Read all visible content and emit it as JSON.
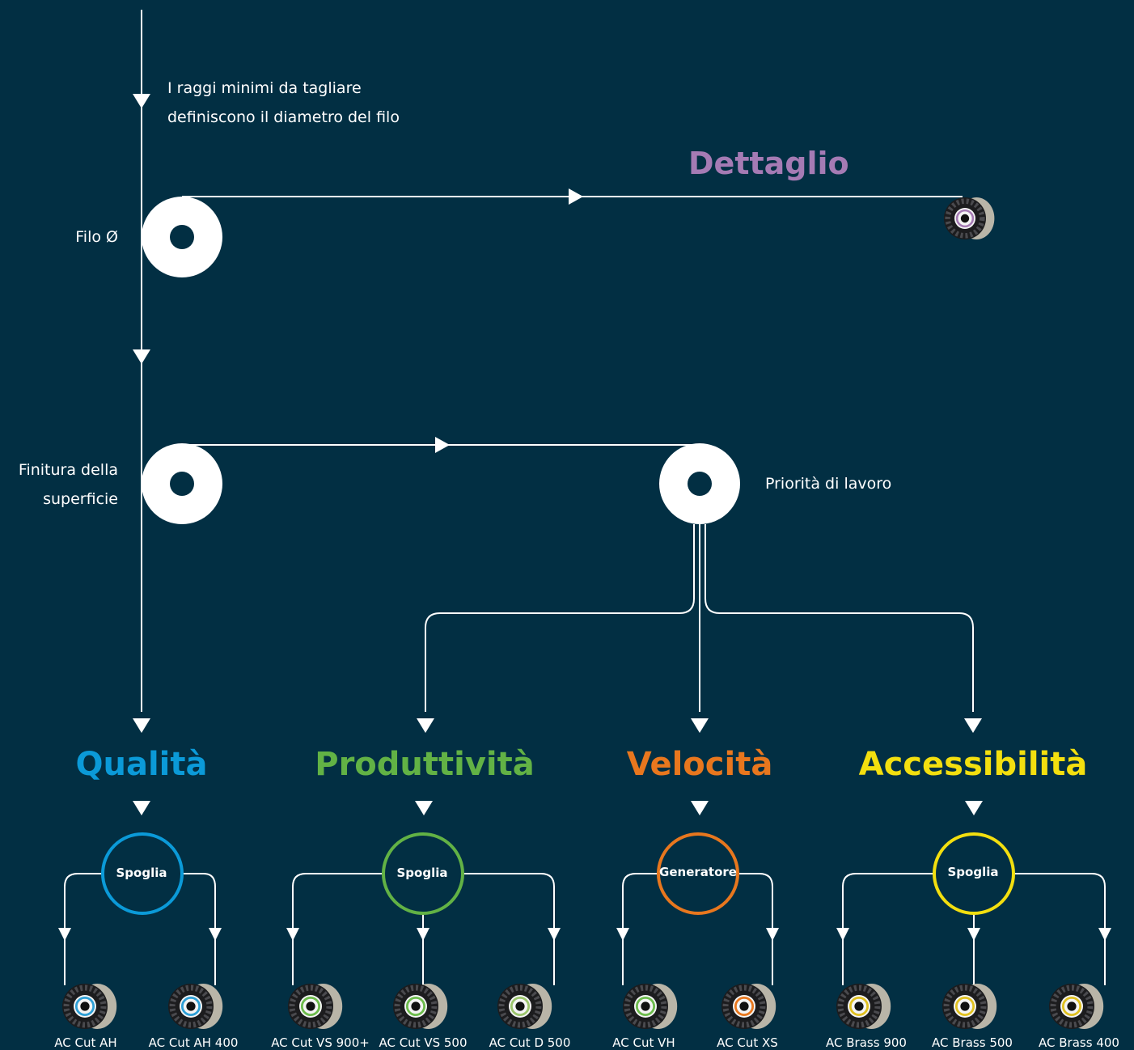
{
  "top_note": [
    "I raggi minimi da tagliare",
    "definiscono il diametro del filo"
  ],
  "detail_title": "Dettaglio",
  "filo_label": "Filo Ø",
  "finish_label": [
    "Finitura della",
    "superficie"
  ],
  "priority_label": "Priorità di lavoro",
  "categories": [
    {
      "label": "Qualità",
      "color": "#0b9ad8",
      "circle_label": "Spoglia",
      "products": [
        "AC Cut AH",
        "AC Cut AH 400"
      ],
      "ring": [
        "#2e9fd6",
        "#2e9fd6"
      ]
    },
    {
      "label": "Produttività",
      "color": "#62b245",
      "circle_label": "Spoglia",
      "products": [
        "AC Cut VS 900+",
        "AC Cut VS 500",
        "AC Cut D 500"
      ],
      "ring": [
        "#6dbb4c",
        "#6dbb4c",
        "#9cc56d"
      ]
    },
    {
      "label": "Velocità",
      "color": "#e8771e",
      "circle_label": "Generatore",
      "products": [
        "AC Cut VH",
        "AC Cut XS"
      ],
      "ring": [
        "#6dbb4c",
        "#e8771e"
      ]
    },
    {
      "label": "Accessibilità",
      "color": "#f3df0f",
      "circle_label": "Spoglia",
      "products": [
        "AC Brass 900",
        "AC Brass 500",
        "AC Brass 400"
      ],
      "ring": [
        "#e0c020",
        "#e0c020",
        "#e0c020"
      ]
    }
  ],
  "colors": {
    "background": "#022f43",
    "detail": "#a57bb4",
    "lines": "#ffffff"
  }
}
